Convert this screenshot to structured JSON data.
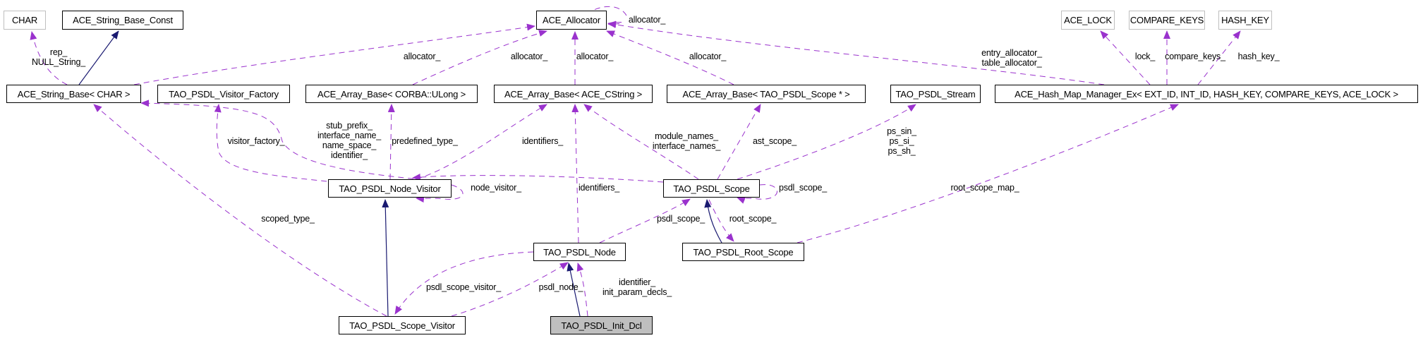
{
  "diagram": {
    "type": "collaboration-graph",
    "colors": {
      "inheritance_edge": "#191970",
      "usage_edge": "#9a32cd",
      "node_border": "#000000",
      "external_node_border": "#bfbfbf",
      "focus_node_fill": "#bfbfbf"
    },
    "nodes": [
      {
        "id": "char",
        "label": "CHAR",
        "kind": "external"
      },
      {
        "id": "string_base_const",
        "label": "ACE_String_Base_Const",
        "kind": "class"
      },
      {
        "id": "allocator",
        "label": "ACE_Allocator",
        "kind": "class"
      },
      {
        "id": "ace_lock",
        "label": "ACE_LOCK",
        "kind": "external"
      },
      {
        "id": "compare_keys",
        "label": "COMPARE_KEYS",
        "kind": "external"
      },
      {
        "id": "hash_key",
        "label": "HASH_KEY",
        "kind": "external"
      },
      {
        "id": "string_base",
        "label": "ACE_String_Base< CHAR >",
        "kind": "class"
      },
      {
        "id": "visitor_factory",
        "label": "TAO_PSDL_Visitor_Factory",
        "kind": "class"
      },
      {
        "id": "array_ulong",
        "label": "ACE_Array_Base< CORBA::ULong >",
        "kind": "class"
      },
      {
        "id": "array_cstring",
        "label": "ACE_Array_Base< ACE_CString >",
        "kind": "class"
      },
      {
        "id": "array_scope",
        "label": "ACE_Array_Base< TAO_PSDL_Scope * >",
        "kind": "class"
      },
      {
        "id": "stream",
        "label": "TAO_PSDL_Stream",
        "kind": "class"
      },
      {
        "id": "hash_map",
        "label": "ACE_Hash_Map_Manager_Ex< EXT_ID, INT_ID, HASH_KEY, COMPARE_KEYS, ACE_LOCK >",
        "kind": "class"
      },
      {
        "id": "node_visitor",
        "label": "TAO_PSDL_Node_Visitor",
        "kind": "class"
      },
      {
        "id": "scope",
        "label": "TAO_PSDL_Scope",
        "kind": "class"
      },
      {
        "id": "node",
        "label": "TAO_PSDL_Node",
        "kind": "class"
      },
      {
        "id": "root_scope",
        "label": "TAO_PSDL_Root_Scope",
        "kind": "class"
      },
      {
        "id": "scope_visitor",
        "label": "TAO_PSDL_Scope_Visitor",
        "kind": "class"
      },
      {
        "id": "init_dcl",
        "label": "TAO_PSDL_Init_Dcl",
        "kind": "focus"
      }
    ],
    "edge_labels": {
      "rep_null": "rep_\nNULL_String_",
      "alloc_string": "allocator_",
      "alloc_ulong": "allocator_",
      "alloc_cstring": "allocator_",
      "alloc_self": "allocator_",
      "alloc_scope": "allocator_",
      "alloc_hash": "entry_allocator_\ntable_allocator_",
      "lock": "lock_",
      "compare_keys": "compare_keys_",
      "hash_key": "hash_key_",
      "visitor_factory": "visitor_factory_",
      "string_members": "stub_prefix_\ninterface_name_\nname_space_\nidentifier_",
      "predefined_type": "predefined_type_",
      "identifiers_visitor": "identifiers_",
      "module_names": "module_names_\ninterface_names_",
      "ast_scope": "ast_scope_",
      "ps_stream": "ps_sin_\nps_si_\nps_sh_",
      "node_visitor": "node_visitor_",
      "identifiers_node": "identifiers_",
      "psdl_scope_self": "psdl_scope_",
      "root_scope_map": "root_scope_map_",
      "scoped_type": "scoped_type_",
      "psdl_scope_node": "psdl_scope_",
      "root_scope": "root_scope_",
      "psdl_scope_visitor": "psdl_scope_visitor_",
      "psdl_node": "psdl_node_",
      "init_members": "identifier_\ninit_param_decls_"
    }
  }
}
